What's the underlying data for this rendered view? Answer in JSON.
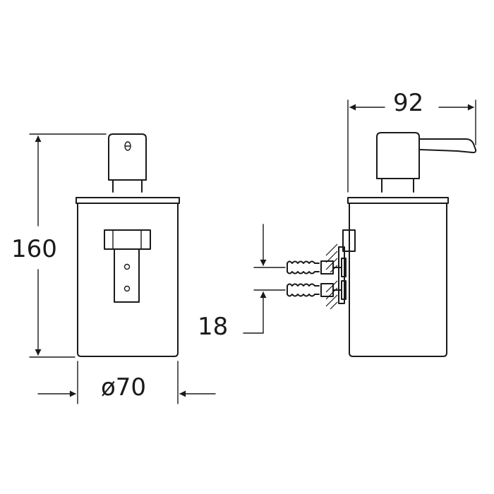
{
  "drawing": {
    "dimensions": {
      "height": "160",
      "diameter": "ø70",
      "depth": "92",
      "screw_spacing": "18"
    }
  }
}
